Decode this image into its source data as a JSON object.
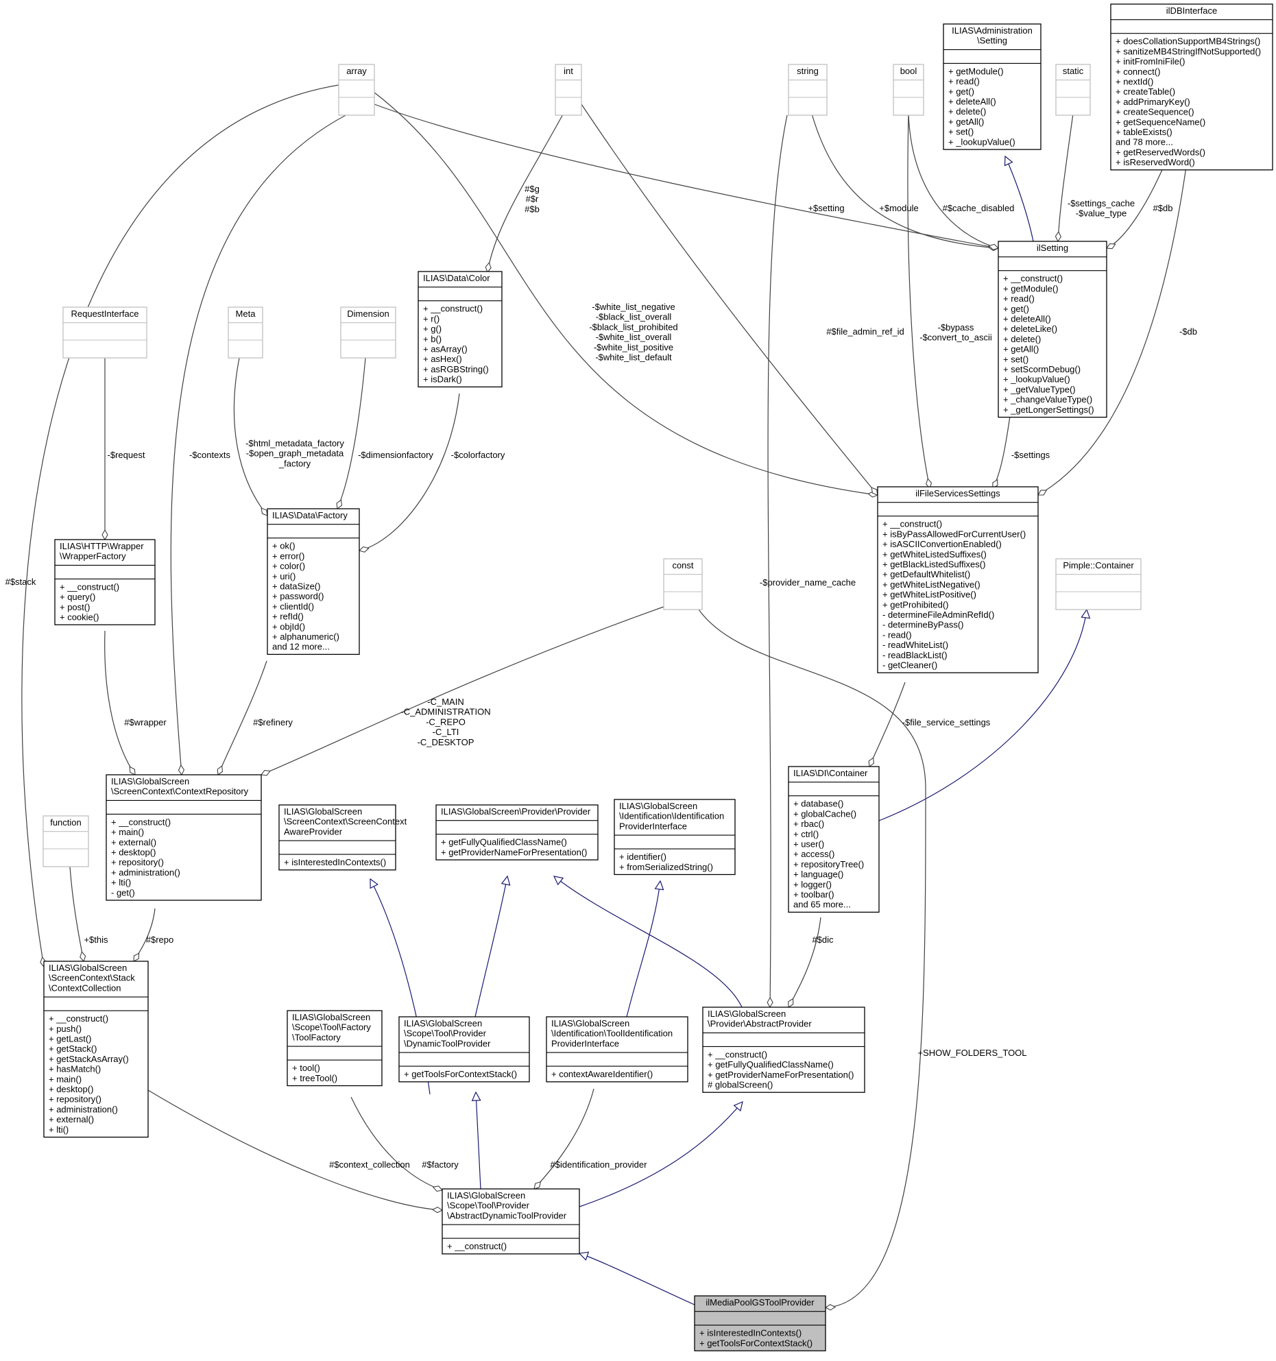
{
  "nodes": [
    {
      "id": "array",
      "title": [
        "array"
      ],
      "attrs": [],
      "ops": [],
      "external": true
    },
    {
      "id": "int",
      "title": [
        "int"
      ],
      "attrs": [],
      "ops": [],
      "external": true
    },
    {
      "id": "string",
      "title": [
        "string"
      ],
      "attrs": [],
      "ops": [],
      "external": true
    },
    {
      "id": "bool",
      "title": [
        "bool"
      ],
      "attrs": [],
      "ops": [],
      "external": true
    },
    {
      "id": "static",
      "title": [
        "static"
      ],
      "attrs": [],
      "ops": [],
      "external": true
    },
    {
      "id": "request_interface",
      "title": [
        "RequestInterface"
      ],
      "attrs": [],
      "ops": [],
      "external": true
    },
    {
      "id": "meta",
      "title": [
        "Meta"
      ],
      "attrs": [],
      "ops": [],
      "external": true
    },
    {
      "id": "dimension",
      "title": [
        "Dimension"
      ],
      "attrs": [],
      "ops": [],
      "external": true
    },
    {
      "id": "const",
      "title": [
        "const"
      ],
      "attrs": [],
      "ops": [],
      "external": true
    },
    {
      "id": "pimple_container",
      "title": [
        "Pimple::Container"
      ],
      "attrs": [],
      "ops": [],
      "external": true
    },
    {
      "id": "function",
      "title": [
        "function"
      ],
      "attrs": [],
      "ops": [],
      "external": true
    },
    {
      "id": "admin_setting",
      "title": [
        "ILIAS\\Administration",
        "\\Setting"
      ],
      "attrs": [],
      "ops": [
        "+ getModule()",
        "+ read()",
        "+ get()",
        "+ deleteAll()",
        "+ delete()",
        "+ getAll()",
        "+ set()",
        "+ _lookupValue()"
      ]
    },
    {
      "id": "ildb_interface",
      "title": [
        "ilDBInterface"
      ],
      "attrs": [],
      "ops": [
        "+ doesCollationSupportMB4Strings()",
        "+ sanitizeMB4StringIfNotSupported()",
        "+ initFromIniFile()",
        "+ connect()",
        "+ nextId()",
        "+ createTable()",
        "+ addPrimaryKey()",
        "+ createSequence()",
        "+ getSequenceName()",
        "+ tableExists()",
        "and 78 more...",
        "+ getReservedWords()",
        "+ isReservedWord()"
      ]
    },
    {
      "id": "ilsetting",
      "title": [
        "ilSetting"
      ],
      "attrs": [],
      "ops": [
        "+ __construct()",
        "+ getModule()",
        "+ read()",
        "+ get()",
        "+ deleteAll()",
        "+ deleteLike()",
        "+ delete()",
        "+ getAll()",
        "+ set()",
        "+ setScormDebug()",
        "+ _lookupValue()",
        "+ _getValueType()",
        "+ _changeValueType()",
        "+ _getLongerSettings()"
      ]
    },
    {
      "id": "data_color",
      "title": [
        "ILIAS\\Data\\Color"
      ],
      "attrs": [],
      "ops": [
        "+ __construct()",
        "+ r()",
        "+ g()",
        "+ b()",
        "+ asArray()",
        "+ asHex()",
        "+ asRGBString()",
        "+ isDark()"
      ]
    },
    {
      "id": "http_wrapper",
      "title": [
        "ILIAS\\HTTP\\Wrapper",
        "\\WrapperFactory"
      ],
      "attrs": [],
      "ops": [
        "+ __construct()",
        "+ query()",
        "+ post()",
        "+ cookie()"
      ]
    },
    {
      "id": "data_factory",
      "title": [
        "ILIAS\\Data\\Factory"
      ],
      "attrs": [],
      "ops": [
        "+ ok()",
        "+ error()",
        "+ color()",
        "+ uri()",
        "+ dataSize()",
        "+ password()",
        "+ clientId()",
        "+ refId()",
        "+ objId()",
        "+ alphanumeric()",
        "and 12 more..."
      ]
    },
    {
      "id": "file_services",
      "title": [
        "ilFileServicesSettings"
      ],
      "attrs": [],
      "ops": [
        "+ __construct()",
        "+ isByPassAllowedForCurrentUser()",
        "+ isASCIIConvertionEnabled()",
        "+ getWhiteListedSuffixes()",
        "+ getBlackListedSuffixes()",
        "+ getDefaultWhitelist()",
        "+ getWhiteListNegative()",
        "+ getWhiteListPositive()",
        "+ getProhibited()",
        "- determineFileAdminRefId()",
        "- determineByPass()",
        "- read()",
        "- readWhiteList()",
        "- readBlackList()",
        "- getCleaner()"
      ]
    },
    {
      "id": "context_repository",
      "title": [
        "ILIAS\\GlobalScreen",
        "\\ScreenContext\\ContextRepository"
      ],
      "attrs": [],
      "ops": [
        "+ __construct()",
        "+ main()",
        "+ external()",
        "+ desktop()",
        "+ repository()",
        "+ administration()",
        "+ lti()",
        "- get()"
      ]
    },
    {
      "id": "di_container",
      "title": [
        "ILIAS\\DI\\Container"
      ],
      "attrs": [],
      "ops": [
        "+ database()",
        "+ globalCache()",
        "+ rbac()",
        "+ ctrl()",
        "+ user()",
        "+ access()",
        "+ repositoryTree()",
        "+ language()",
        "+ logger()",
        "+ toolbar()",
        "and 65 more..."
      ]
    },
    {
      "id": "screen_context_aware",
      "title": [
        "ILIAS\\GlobalScreen",
        "\\ScreenContext\\ScreenContext",
        "AwareProvider"
      ],
      "attrs": [],
      "ops": [
        "+ isInterestedInContexts()"
      ]
    },
    {
      "id": "provider",
      "title": [
        "ILIAS\\GlobalScreen\\Provider\\Provider"
      ],
      "attrs": [],
      "ops": [
        "+ getFullyQualifiedClassName()",
        "+ getProviderNameForPresentation()"
      ]
    },
    {
      "id": "identification_provider",
      "title": [
        "ILIAS\\GlobalScreen",
        "\\Identification\\Identification",
        "ProviderInterface"
      ],
      "attrs": [],
      "ops": [
        "+ identifier()",
        "+ fromSerializedString()"
      ]
    },
    {
      "id": "context_collection",
      "title": [
        "ILIAS\\GlobalScreen",
        "\\ScreenContext\\Stack",
        "\\ContextCollection"
      ],
      "attrs": [],
      "ops": [
        "+ __construct()",
        "+ push()",
        "+ getLast()",
        "+ getStack()",
        "+ getStackAsArray()",
        "+ hasMatch()",
        "+ main()",
        "+ desktop()",
        "+ repository()",
        "+ administration()",
        "+ external()",
        "+ lti()"
      ]
    },
    {
      "id": "tool_factory",
      "title": [
        "ILIAS\\GlobalScreen",
        "\\Scope\\Tool\\Factory",
        "\\ToolFactory"
      ],
      "attrs": [],
      "ops": [
        "+ tool()",
        "+ treeTool()"
      ]
    },
    {
      "id": "dynamic_tool_provider",
      "title": [
        "ILIAS\\GlobalScreen",
        "\\Scope\\Tool\\Provider",
        "\\DynamicToolProvider"
      ],
      "attrs": [],
      "ops": [
        "+ getToolsForContextStack()"
      ]
    },
    {
      "id": "tool_identification",
      "title": [
        "ILIAS\\GlobalScreen",
        "\\Identification\\ToolIdentification",
        "ProviderInterface"
      ],
      "attrs": [],
      "ops": [
        "+ contextAwareIdentifier()"
      ]
    },
    {
      "id": "abstract_provider",
      "title": [
        "ILIAS\\GlobalScreen",
        "\\Provider\\AbstractProvider"
      ],
      "attrs": [],
      "ops": [
        "+ __construct()",
        "+ getFullyQualifiedClassName()",
        "+ getProviderNameForPresentation()",
        "# globalScreen()"
      ]
    },
    {
      "id": "abstract_dynamic_tool",
      "title": [
        "ILIAS\\GlobalScreen",
        "\\Scope\\Tool\\Provider",
        "\\AbstractDynamicToolProvider"
      ],
      "attrs": [],
      "ops": [
        "+ __construct()"
      ]
    },
    {
      "id": "media_pool",
      "title": [
        "ilMediaPoolGSToolProvider"
      ],
      "attrs": [],
      "ops": [
        "+ isInterestedInContexts()",
        "+ getToolsForContextStack()"
      ],
      "focus": true
    }
  ],
  "edge_labels": {
    "g_r_b": [
      "#$g",
      "#$r",
      "#$b"
    ],
    "setting": [
      "+$setting"
    ],
    "module": [
      "+$module"
    ],
    "cache_disabled": [
      "#$cache_disabled"
    ],
    "settings_cache": [
      "-$settings_cache",
      "-$value_type"
    ],
    "db_setting": [
      "#$db"
    ],
    "white_lists": [
      "-$white_list_negative",
      "-$black_list_overall",
      "-$black_list_prohibited",
      "-$white_list_overall",
      "-$white_list_positive",
      "-$white_list_default"
    ],
    "file_admin_ref_id": [
      "#$file_admin_ref_id"
    ],
    "bypass": [
      "-$bypass",
      "-$convert_to_ascii"
    ],
    "db_files": [
      "-$db"
    ],
    "request": [
      "-$request"
    ],
    "contexts": [
      "-$contexts"
    ],
    "metadata": [
      "-$html_metadata_factory",
      "-$open_graph_metadata",
      "_factory"
    ],
    "dimensionfactory": [
      "-$dimensionfactory"
    ],
    "colorfactory": [
      "-$colorfactory"
    ],
    "settings": [
      "-$settings"
    ],
    "stack": [
      "#$stack"
    ],
    "provider_name_cache": [
      "-$provider_name_cache"
    ],
    "wrapper": [
      "#$wrapper"
    ],
    "refinery": [
      "#$refinery"
    ],
    "constants": [
      "-C_MAIN",
      "-C_ADMINISTRATION",
      "-C_REPO",
      "-C_LTI",
      "-C_DESKTOP"
    ],
    "file_service_settings": [
      "-$file_service_settings"
    ],
    "this": [
      "+$this"
    ],
    "repo": [
      "#$repo"
    ],
    "dic": [
      "#$dic"
    ],
    "show_folders": [
      "+SHOW_FOLDERS_TOOL"
    ],
    "context_collection": [
      "#$context_collection"
    ],
    "factory": [
      "#$factory"
    ],
    "identification_provider": [
      "#$identification_provider"
    ]
  },
  "colors": {
    "inheritance": "#191970",
    "association": "#404040",
    "external_border": "#bfbfbf",
    "focus_fill": "#bfbfbf"
  }
}
